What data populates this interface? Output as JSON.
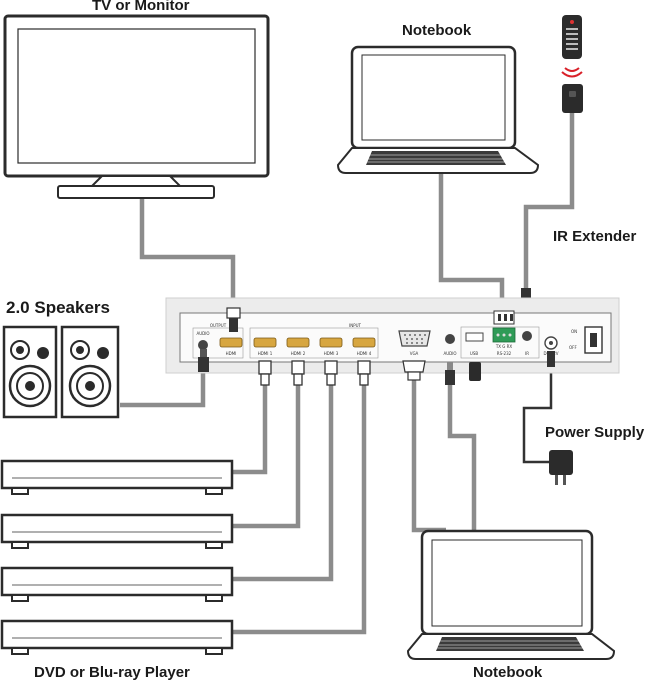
{
  "labels": {
    "tv_monitor": "TV or Monitor",
    "notebook_top": "Notebook",
    "ir_extender": "IR Extender",
    "speakers": "2.0 Speakers",
    "power_supply": "Power Supply",
    "dvd_player": "DVD or Blu-ray Player",
    "notebook_bottom": "Notebook"
  },
  "panel": {
    "output": "OUTPUT",
    "audio_left": "AUDIO",
    "hdmi_out": "HDMI",
    "input": "INPUT",
    "hdmi1": "HDMI 1",
    "hdmi2": "HDMI 2",
    "hdmi3": "HDMI 3",
    "hdmi4": "HDMI 4",
    "vga": "VGA",
    "audio_in": "AUDIO",
    "usb": "USB",
    "rs232": "RS-232",
    "tx_rx": "TX G RX",
    "ir": "IR",
    "dc12v": "DC 12V",
    "on": "ON",
    "off": "OFF"
  },
  "colors": {
    "line": "#8c8c8c",
    "device_outline": "#2b2b2b",
    "panel_fill": "#ececec",
    "hdmi_port": "#d7a640",
    "terminal": "#2f9b57"
  }
}
